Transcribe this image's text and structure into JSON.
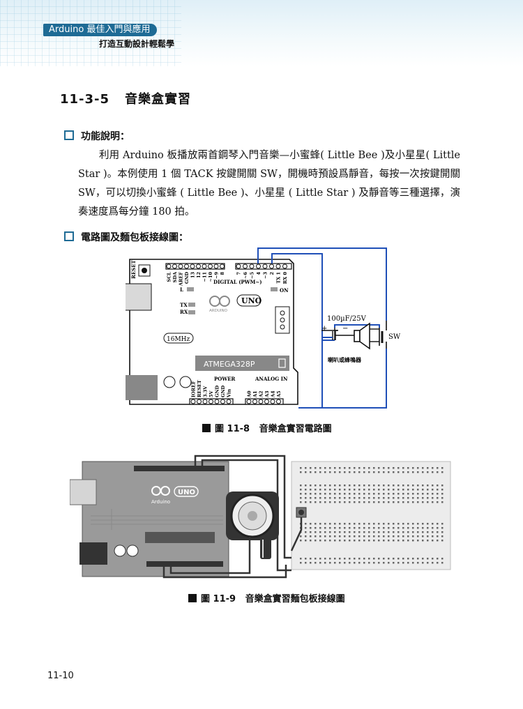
{
  "header": {
    "book_title": "Arduino 最佳入門與應用",
    "book_subtitle": "打造互動設計輕鬆學"
  },
  "section": {
    "number": "11-3-5",
    "title": "音樂盒實習"
  },
  "subsections": {
    "function_heading": "功能說明：",
    "function_text": "利用 Arduino 板播放兩首鋼琴入門音樂—小蜜蜂( Little Bee )及小星星( Little Star )。本例使用 1 個 TACK 按鍵開關 SW，開機時預設爲靜音，每按一次按鍵開關 SW，可以切換小蜜蜂 ( Little Bee )、小星星 ( Little Star ) 及靜音等三種選擇，演奏速度爲每分鐘 180 拍。",
    "circuit_heading": "電路圖及麵包板接線圖："
  },
  "figure1": {
    "caption_num": "圖 11-8",
    "caption_text": "音樂盒實習電路圖",
    "labels": {
      "reset": "RESET",
      "digital": "DIGITAL (PWM~)",
      "l": "L",
      "on": "ON",
      "tx": "TX",
      "rx": "RX",
      "uno": "UNO",
      "arduino": "ARDUINO",
      "crystal": "16MHz",
      "chip": "ATMEGA328P",
      "power": "POWER",
      "analog_in": "ANALOG IN",
      "cap": "100µF/25V",
      "plus": "+",
      "minus": "−",
      "sw": "SW",
      "buzzer": "喇叭或蜂鳴器",
      "top_pins": [
        "SCL",
        "SDA",
        "AREF",
        "GND",
        "13",
        "12",
        "~11",
        "~10",
        "~9",
        "8",
        "7",
        "~6",
        "~5",
        "4",
        "~3",
        "2",
        "TX 1",
        "RX 0"
      ],
      "power_pins": [
        "IOREF",
        "RESET",
        "3.3V",
        "5V",
        "GND",
        "GND",
        "Vin"
      ],
      "analog_pins": [
        "A0",
        "A1",
        "A2",
        "A3",
        "A4",
        "A5"
      ]
    }
  },
  "figure2": {
    "caption_num": "圖 11-9",
    "caption_text": "音樂盒實習麵包板接線圖",
    "labels": {
      "uno": "UNO",
      "arduino": "Arduino"
    }
  },
  "page_number": "11-10",
  "colors": {
    "accent": "#1e6b95",
    "wire": "#1f4fb8"
  }
}
